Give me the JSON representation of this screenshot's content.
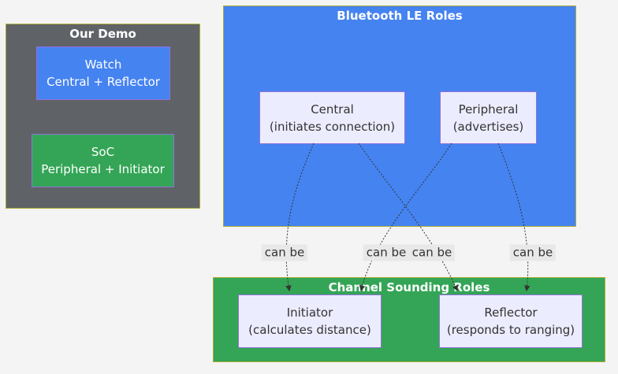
{
  "diagram_title": "Bluetooth LE / Channel Sounding roles diagram",
  "clusters": {
    "demo": {
      "title": "Our Demo",
      "fill": "#5F6368",
      "border": "#AAAA33"
    },
    "ble": {
      "title": "Bluetooth LE Roles",
      "fill": "#4583F1",
      "border": "#AAAA33"
    },
    "cs": {
      "title": "Channel Sounding Roles",
      "fill": "#34A556",
      "border": "#AAAA33"
    }
  },
  "nodes": {
    "watch": {
      "title": "Watch",
      "subtitle": "Central + Reflector",
      "fill": "#4583F1",
      "border": "#9370DB",
      "text_color": "#ffffff"
    },
    "soc": {
      "title": "SoC",
      "subtitle": "Peripheral + Initiator",
      "fill": "#34A556",
      "border": "#9370DB",
      "text_color": "#ffffff"
    },
    "central": {
      "title": "Central",
      "subtitle": "(initiates connection)",
      "fill": "#ECECFF",
      "border": "#9370DB",
      "text_color": "#333333"
    },
    "peripheral": {
      "title": "Peripheral",
      "subtitle": "(advertises)",
      "fill": "#ECECFF",
      "border": "#9370DB",
      "text_color": "#333333"
    },
    "initiator": {
      "title": "Initiator",
      "subtitle": "(calculates distance)",
      "fill": "#ECECFF",
      "border": "#9370DB",
      "text_color": "#333333"
    },
    "reflector": {
      "title": "Reflector",
      "subtitle": "(responds to ranging)",
      "fill": "#ECECFF",
      "border": "#9370DB",
      "text_color": "#333333"
    }
  },
  "edges": [
    {
      "from": "Central",
      "to": "Initiator",
      "label": "can be",
      "style": "dotted-arrow"
    },
    {
      "from": "Peripheral",
      "to": "Initiator",
      "label": "can be",
      "style": "dotted-arrow"
    },
    {
      "from": "Central",
      "to": "Reflector",
      "label": "can be",
      "style": "dotted-arrow"
    },
    {
      "from": "Peripheral",
      "to": "Reflector",
      "label": "can be",
      "style": "dotted-arrow"
    }
  ],
  "colors": {
    "background": "#f4f4f4",
    "cluster_border": "#AAAA33",
    "node_border": "#9370DB",
    "node_fill_light": "#ECECFF",
    "blue": "#4583F1",
    "green": "#34A556",
    "gray": "#5F6368",
    "edge_stroke": "#333333",
    "edge_label_bg": "#e8e8e8",
    "title_text": "#ffffff"
  }
}
